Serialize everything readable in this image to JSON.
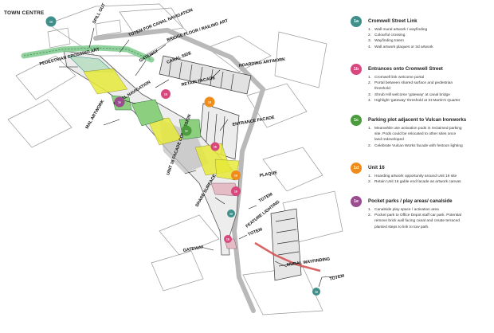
{
  "town_label": "TOWN CENTRE",
  "colors": {
    "teal": "#3f8f8b",
    "pink": "#d9487d",
    "green": "#4c9b3d",
    "orange": "#ef8c1c",
    "purple": "#9b4c8f"
  },
  "legend": [
    {
      "badge": "1a",
      "color": "#3f8f8b",
      "title": "Cromwell Street Link",
      "items": [
        {
          "n": "1.",
          "text": "Wall mural artwork / wayfinding"
        },
        {
          "n": "2.",
          "text": "Colourful crossing"
        },
        {
          "n": "3.",
          "text": "Wayfinding totem"
        },
        {
          "n": "4.",
          "text": "Wall artwork plaques or 3d artwork"
        }
      ]
    },
    {
      "badge": "1b",
      "color": "#d9487d",
      "title": "Entrances onto Cromwell Street",
      "items": [
        {
          "n": "1.",
          "text": "Cromwell link welcome portal"
        },
        {
          "n": "2.",
          "text": "Portal between shared surface and pedestrian"
        },
        {
          "n": "",
          "text": "threshold"
        },
        {
          "n": "3.",
          "text": "Shrub Hill welcome 'gateway' at canal bridge"
        },
        {
          "n": "4.",
          "text": "Highlight 'gateway' threshold at St Martin's Quarter"
        }
      ]
    },
    {
      "badge": "1c",
      "color": "#4c9b3d",
      "title": "Parking plot adjacent to Vulcan Ironworks",
      "items": [
        {
          "n": "1.",
          "text": "Meanwhile use activation pods in reclaimed parking"
        },
        {
          "n": "",
          "text": "site. Pods could be relocated to other sites once"
        },
        {
          "n": "",
          "text": "land redeveloped"
        },
        {
          "n": "2.",
          "text": "Celebrate Vulcan Works facade with festoon lighting"
        }
      ]
    },
    {
      "badge": "1d",
      "color": "#ef8c1c",
      "title": "Unit 16",
      "items": [
        {
          "n": "1.",
          "text": "Hoarding artwork opportunity around Unit 16 site"
        },
        {
          "n": "2.",
          "text": "Retain Unit 16 gable end facade as artwork canvas"
        }
      ]
    },
    {
      "badge": "1e",
      "color": "#9b4c8f",
      "title": "Pocket parks / play areas/ canalside",
      "items": [
        {
          "n": "1.",
          "text": "Canalside play space / activation area"
        },
        {
          "n": "2.",
          "text": "Pocket park to Office Depot staff car park. Potential"
        },
        {
          "n": "",
          "text": "remove brick wall facing canal and create terraced"
        },
        {
          "n": "",
          "text": "planted steps to link to tow path."
        }
      ]
    }
  ],
  "map": {
    "labels": [
      {
        "id": "spill-out",
        "text": "SPILL OUT"
      },
      {
        "id": "totem-canal",
        "text": "TOTEM FOR CANAL NAVIGATION"
      },
      {
        "id": "bridge",
        "text": "BRIDGE FLOOR / RAILING ART"
      },
      {
        "id": "gateway-top",
        "text": "GATEWAY"
      },
      {
        "id": "canal-side",
        "text": "CANAL SIDE"
      },
      {
        "id": "pedestrian-xing",
        "text": "PEDESTRIAN CROSSING ART"
      },
      {
        "id": "retain-facade",
        "text": "RETAIN FACADE"
      },
      {
        "id": "hoarding",
        "text": "HOARDING ARTWORK"
      },
      {
        "id": "canal-navigation",
        "text": "CANAL NAVIGATION"
      },
      {
        "id": "entrance-facade",
        "text": "ENTRANCE FACADE"
      },
      {
        "id": "mal-artwork",
        "text": "MAL ARTWORK"
      },
      {
        "id": "unit16",
        "text": "UNIT 16 FACADE COMMISSION"
      },
      {
        "id": "plaque",
        "text": "PLAQUE"
      },
      {
        "id": "share-surface",
        "text": "SHARE SURFACE"
      },
      {
        "id": "totem-mid",
        "text": "TOTEM"
      },
      {
        "id": "totem-lower",
        "text": "TOTEM"
      },
      {
        "id": "feature-lighting",
        "text": "FEATURE LIGHTING"
      },
      {
        "id": "gateway-bottom",
        "text": "GATEWAY"
      },
      {
        "id": "mural",
        "text": "MURAL WAYFINDING"
      },
      {
        "id": "totem-bottom",
        "text": "TOTEM"
      }
    ],
    "badges": [
      {
        "id": "b-1a-a",
        "text": "1a",
        "color": "#3f8f8b"
      },
      {
        "id": "b-1b-a",
        "text": "1b",
        "color": "#d9487d"
      },
      {
        "id": "b-1e-a",
        "text": "1e",
        "color": "#9b4c8f"
      },
      {
        "id": "b-1d-a",
        "text": "1d",
        "color": "#ef8c1c"
      },
      {
        "id": "b-1c-a",
        "text": "1c",
        "color": "#4c9b3d"
      },
      {
        "id": "b-1b-b",
        "text": "1b",
        "color": "#d9487d"
      },
      {
        "id": "b-1d-b",
        "text": "1d",
        "color": "#ef8c1c"
      },
      {
        "id": "b-1b-c",
        "text": "1b",
        "color": "#d9487d"
      },
      {
        "id": "b-1a-b",
        "text": "1a",
        "color": "#3f8f8b"
      },
      {
        "id": "b-1b-d",
        "text": "1b",
        "color": "#d9487d"
      },
      {
        "id": "b-1a-c",
        "text": "1a",
        "color": "#3f8f8b"
      }
    ]
  }
}
